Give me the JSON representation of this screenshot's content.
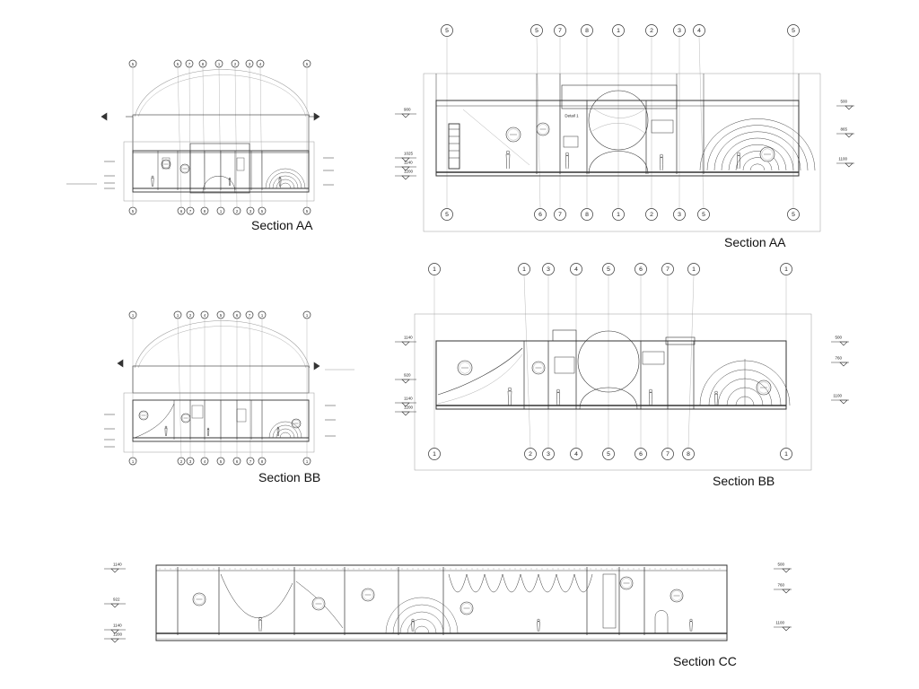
{
  "drawings": {
    "aa_small": {
      "caption": "Section AA",
      "grid_top": [
        "5",
        "5",
        "7",
        "8",
        "1",
        "2",
        "3",
        "4",
        "5"
      ],
      "grid_bottom": [
        "5",
        "6",
        "7",
        "8",
        "1",
        "2",
        "3",
        "5",
        "5"
      ]
    },
    "aa_large": {
      "caption": "Section AA",
      "detail_label": "Detail 1",
      "grid_top": [
        "5",
        "5",
        "7",
        "8",
        "1",
        "2",
        "3",
        "4",
        "5"
      ],
      "grid_bottom": [
        "5",
        "6",
        "7",
        "8",
        "1",
        "2",
        "3",
        "5",
        "5"
      ],
      "levels_left": [
        "900",
        "1025",
        "1140",
        "1200"
      ],
      "levels_right": [
        "500",
        "865",
        "1100"
      ]
    },
    "bb_small": {
      "caption": "Section BB",
      "grid_top": [
        "1",
        "1",
        "2",
        "4",
        "5",
        "6",
        "7",
        "1",
        "1"
      ],
      "grid_bottom": [
        "1",
        "2",
        "3",
        "4",
        "5",
        "6",
        "7",
        "8",
        "1"
      ]
    },
    "bb_large": {
      "caption": "Section BB",
      "grid_top": [
        "1",
        "1",
        "3",
        "4",
        "5",
        "6",
        "7",
        "1",
        "1"
      ],
      "grid_bottom": [
        "1",
        "2",
        "3",
        "4",
        "5",
        "6",
        "7",
        "8",
        "1"
      ],
      "levels_left": [
        "1140",
        "920",
        "1140",
        "1200"
      ],
      "levels_right": [
        "500",
        "760",
        "1100"
      ]
    },
    "cc": {
      "caption": "Section CC",
      "levels_left": [
        "1140",
        "922",
        "1140",
        "1200"
      ],
      "levels_right": [
        "500",
        "760",
        "1100"
      ]
    }
  },
  "colors": {
    "line": "#333333",
    "light_line": "#9a9a9a",
    "paper": "#ffffff"
  }
}
